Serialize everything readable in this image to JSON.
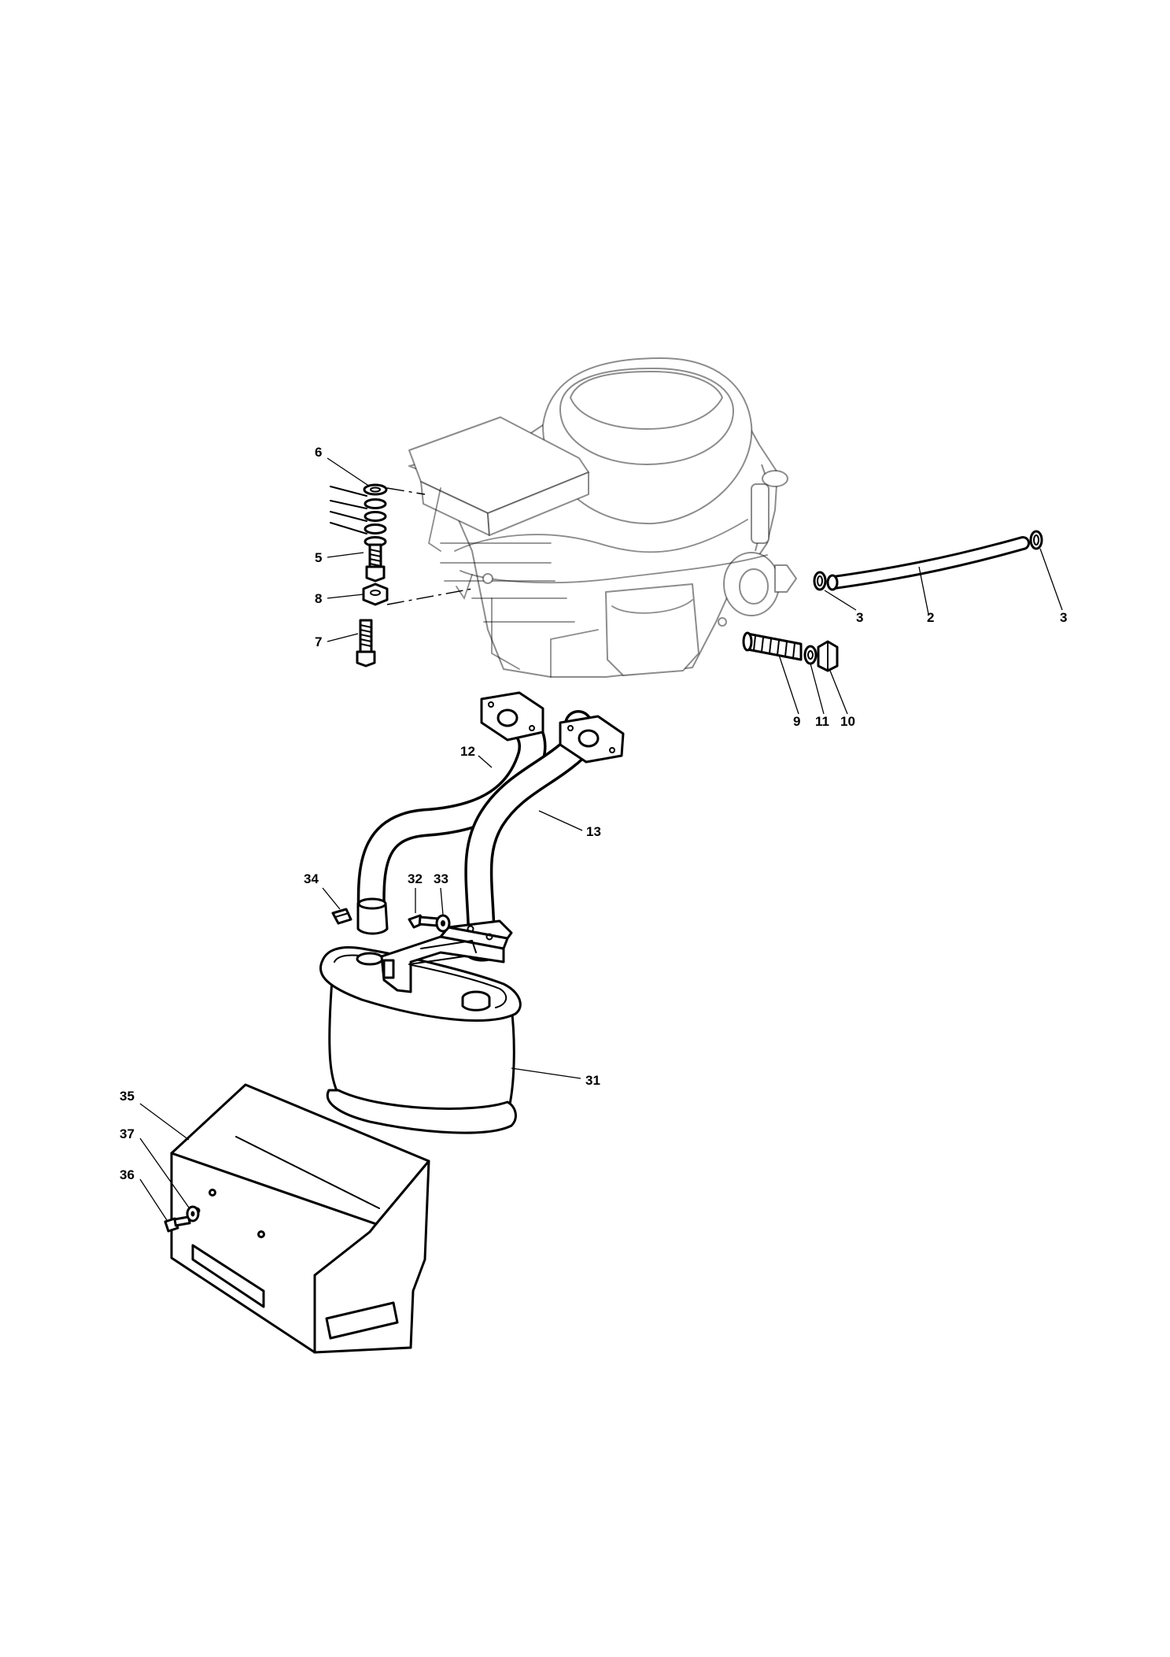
{
  "callouts": [
    "6",
    "5",
    "8",
    "7",
    "3",
    "2",
    "3",
    "9",
    "11",
    "10",
    "12",
    "13",
    "34",
    "32",
    "33",
    "31",
    "35",
    "37",
    "36"
  ]
}
